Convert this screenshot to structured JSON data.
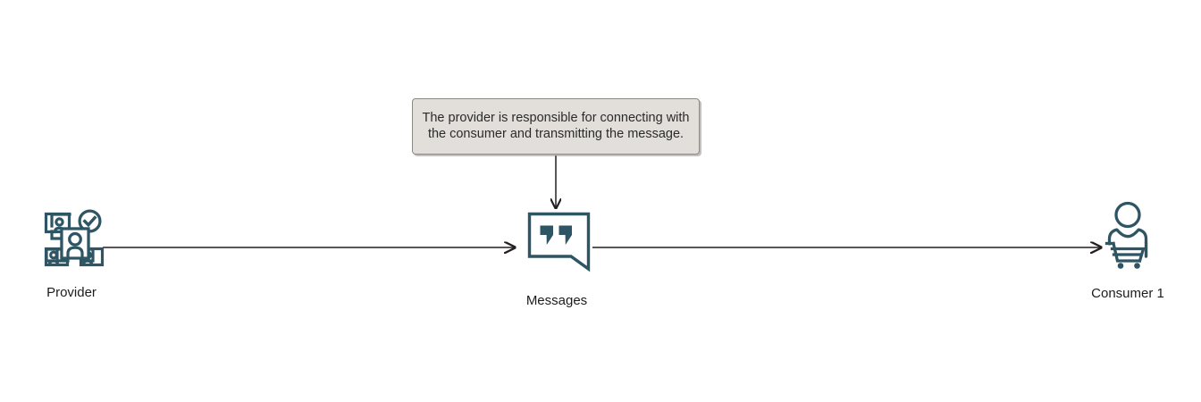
{
  "diagram": {
    "type": "flow-diagram",
    "background_color": "#ffffff",
    "accent_color": "#2e5563",
    "line_color": "#231f20",
    "note_fill_color": "#e2dfda",
    "note_border_color": "#8d8a85",
    "nodes": [
      {
        "id": "provider",
        "label": "Provider",
        "icon": "provider-group-verified-icon"
      },
      {
        "id": "messages",
        "label": "Messages",
        "icon": "speech-bubble-quotes-icon"
      },
      {
        "id": "consumer",
        "label": "Consumer 1",
        "icon": "person-shopping-cart-icon"
      }
    ],
    "callout": {
      "text": "The provider is responsible for connecting with the consumer and transmitting the message.",
      "target_node": "messages"
    },
    "edges": [
      {
        "from": "provider",
        "to": "messages",
        "arrow": "end"
      },
      {
        "from": "messages",
        "to": "consumer",
        "arrow": "end"
      },
      {
        "from": "callout",
        "to": "messages",
        "arrow": "end"
      }
    ]
  }
}
